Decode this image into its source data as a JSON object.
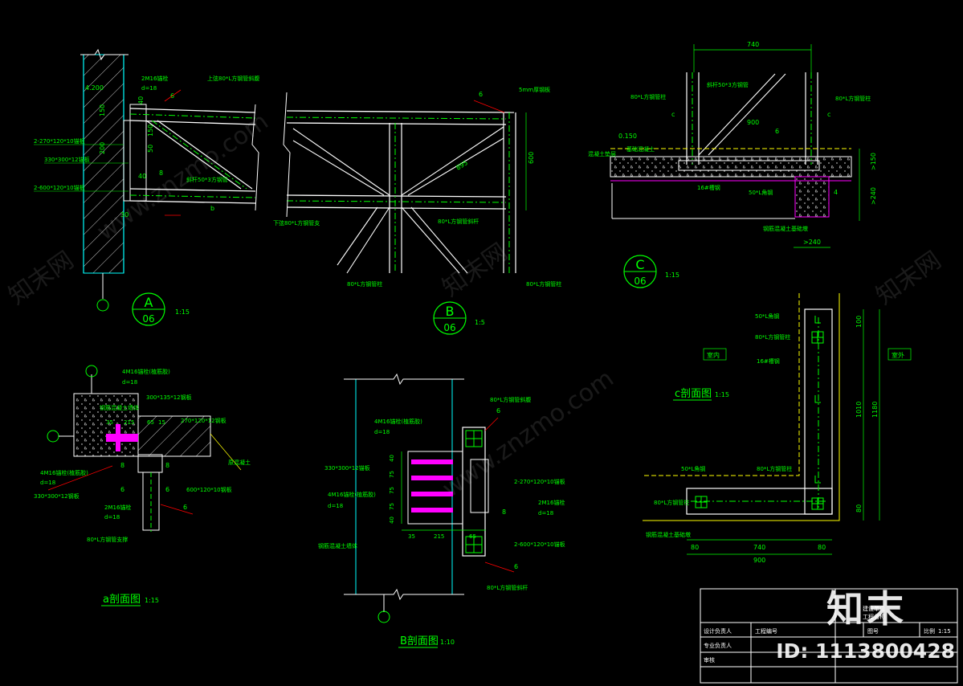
{
  "colors": {
    "background": "#000000",
    "line": "#ffffff",
    "dim": "#00ff00",
    "text": "#00ff00",
    "wall": "#00ffff",
    "accent": "#ff00ff",
    "hatch": "#ffffff",
    "warn": "#ffff00",
    "leader": "#ff0000"
  },
  "detail_A": {
    "letter": "A",
    "sheet": "06",
    "scale": "1:15",
    "elev": "4.200",
    "notes": [
      "2M16锚栓",
      "d=18",
      "上弦80*L方钢管斜腹",
      "2-270*120*10锚板",
      "330*300*12锚板",
      "2-600*120*10锚板",
      "斜杆50*3方钢管"
    ],
    "dims": [
      "150",
      "200",
      "40",
      "150",
      "50",
      "40",
      "30",
      "6",
      "8",
      "b"
    ]
  },
  "detail_B": {
    "letter": "B",
    "sheet": "06",
    "scale": "1:5",
    "notes": [
      "5mm厚钢板",
      "下弦80*L方钢管支",
      "80*L方钢管斜杆",
      "80*L方钢管柱",
      "80*L方钢管柱"
    ],
    "dims": [
      "600",
      "895",
      "6"
    ]
  },
  "detail_C": {
    "letter": "C",
    "sheet": "06",
    "scale": "1:15",
    "elev": "0.150",
    "notes": [
      "80*L方钢管柱",
      "斜杆50*3方钢管",
      "80*L方钢管柱",
      "基础混凝土",
      "混凝土垫层",
      "16#槽钢",
      "50*L角钢",
      "钢筋混凝土基础墩"
    ],
    "dims": [
      "740",
      "900",
      "c",
      "c",
      ">150",
      ">240",
      ">240",
      "6",
      "4"
    ]
  },
  "section_c": {
    "title": "c剖面图",
    "scale": "1:15",
    "notes": [
      "50*L角钢",
      "80*L方钢管柱",
      "16#槽钢",
      "50*L角钢",
      "80*L方钢管柱",
      "80*L方钢管柱",
      "钢筋混凝土基础墩"
    ],
    "labels": [
      "室内",
      "室外"
    ],
    "dims": [
      "100",
      "1010",
      "1180",
      "80",
      "80",
      "740",
      "80",
      "900"
    ]
  },
  "section_a": {
    "title": "a剖面图",
    "scale": "1:15",
    "notes": [
      "4M16锚栓(植筋胶)",
      "d=18",
      "钢筋混凝土墙体",
      "300*135*12钢板",
      "270*120*12钢板",
      "原混凝土",
      "4M16锚栓(植筋胶)",
      "d=18",
      "330*300*12钢板",
      "600*120*10钢板",
      "2M16锚栓",
      "d=18",
      "80*L方钢管支撑"
    ],
    "dims": [
      "35",
      "215",
      "65",
      "15",
      "8",
      "6",
      "8",
      "6",
      "6"
    ]
  },
  "section_B": {
    "title": "B剖面图",
    "scale": "1:10",
    "notes": [
      "4M16锚栓(植筋胶)",
      "d=18",
      "330*300*12锚板",
      "4M16锚栓(植筋胶)",
      "d=18",
      "钢筋混凝土墙体",
      "80*L方钢管斜腹",
      "2-270*120*10锚板",
      "2M16锚栓",
      "d=18",
      "2-600*120*10锚板",
      "80*L方钢管斜杆"
    ],
    "dims": [
      "40",
      "75",
      "75",
      "75",
      "40",
      "35",
      "215",
      "65",
      "8",
      "6",
      "6"
    ]
  },
  "title_block": {
    "rows": [
      "建设单位",
      "工程名称",
      "设计负责人",
      "专业负责人",
      "审核",
      "工程编号",
      "图号",
      "比例"
    ],
    "scale_value": "1:15"
  },
  "watermark": {
    "logo": "知末",
    "id_text": "ID: 1113800428",
    "site": "www.znzmo.com",
    "brand": "知末网"
  }
}
